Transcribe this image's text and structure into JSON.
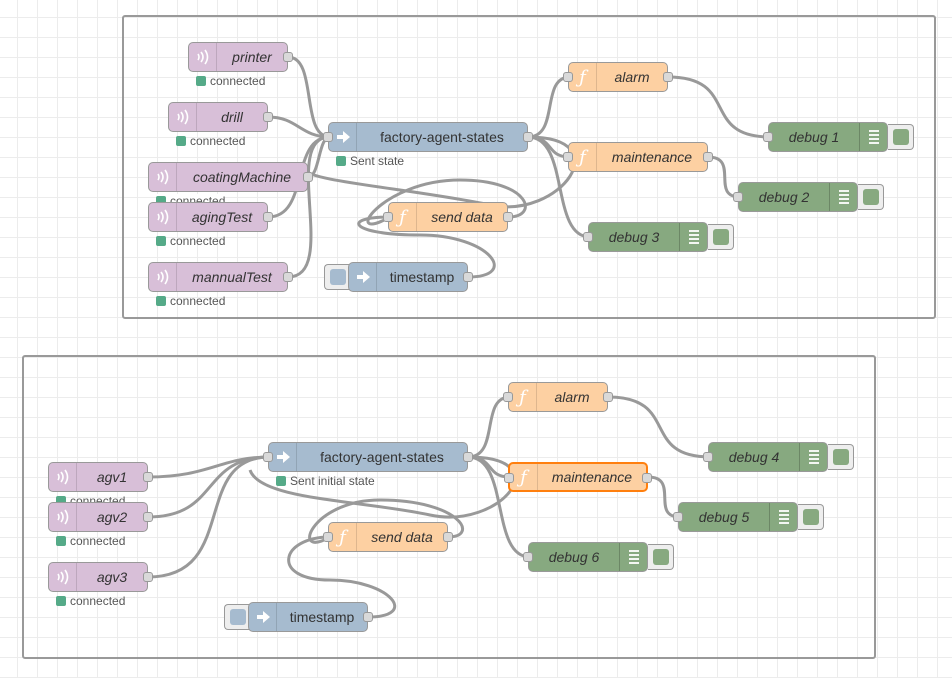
{
  "flows": [
    {
      "nodes": {
        "printer": {
          "label": "printer",
          "status": "connected"
        },
        "drill": {
          "label": "drill",
          "status": "connected"
        },
        "coating": {
          "label": "coatingMachine",
          "status": "connected"
        },
        "aging": {
          "label": "agingTest",
          "status": "connected"
        },
        "mannual": {
          "label": "mannualTest",
          "status": "connected"
        },
        "fas": {
          "label": "factory-agent-states",
          "status": "Sent state"
        },
        "alarm": {
          "label": "alarm"
        },
        "maintenance": {
          "label": "maintenance"
        },
        "senddata": {
          "label": "send data"
        },
        "timestamp": {
          "label": "timestamp"
        },
        "debug_a": {
          "label": "debug 1"
        },
        "debug_b": {
          "label": "debug 2"
        },
        "debug_c": {
          "label": "debug 3"
        }
      }
    },
    {
      "nodes": {
        "agv1": {
          "label": "agv1",
          "status": "connected"
        },
        "agv2": {
          "label": "agv2",
          "status": "connected"
        },
        "agv3": {
          "label": "agv3",
          "status": "connected"
        },
        "fas": {
          "label": "factory-agent-states",
          "status": "Sent initial state"
        },
        "alarm": {
          "label": "alarm"
        },
        "maintenance": {
          "label": "maintenance"
        },
        "senddata": {
          "label": "send data"
        },
        "timestamp": {
          "label": "timestamp"
        },
        "debug_a": {
          "label": "debug 4"
        },
        "debug_b": {
          "label": "debug 5"
        },
        "debug_c": {
          "label": "debug 6"
        }
      }
    }
  ],
  "colors": {
    "mqtt_node": "#d8bfd8",
    "inject_node": "#a6bbcf",
    "function_node": "#fdd0a2",
    "debug_node": "#87a980",
    "status_connected": "#5a8",
    "selected_border": "#ff7f0e",
    "wire": "#999999"
  },
  "icons": {
    "mqtt": "bridge-icon",
    "inject": "arrow-in-icon",
    "function": "function-icon",
    "debug": "debug-list-icon"
  }
}
